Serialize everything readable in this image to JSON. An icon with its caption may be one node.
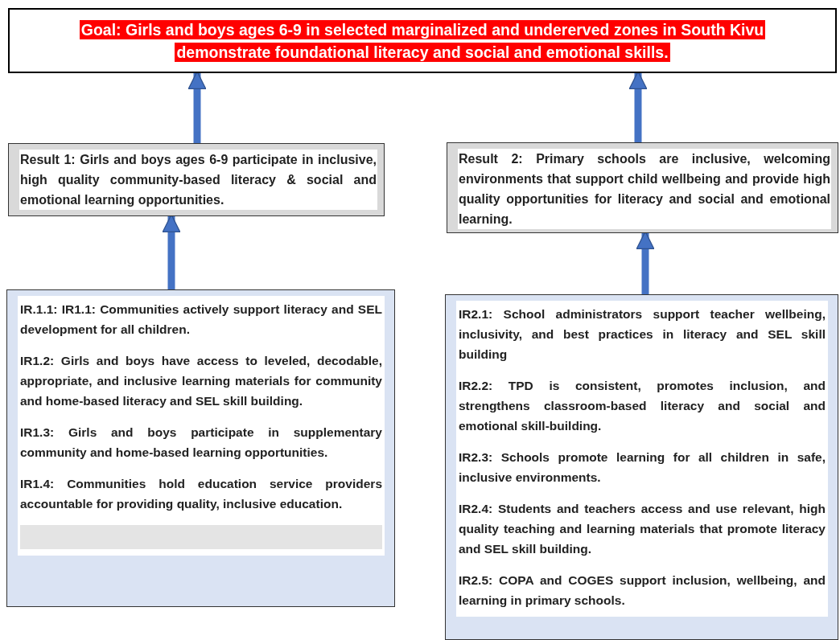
{
  "diagram": {
    "nodes": [
      {
        "text": [
          "Goal: Girls and boys ages 6-9 in selected marginalized and undererved zones in South Kivu demonstrate foundational literacy and social and emotional skills."
        ]
      },
      {
        "text": [
          "Result 1: Girls and boys ages 6-9 participate in inclusive, high quality community-based literacy & social and emotional learning opportunities."
        ]
      },
      {
        "text": [
          "Result 2: Primary schools are inclusive, welcoming environments that support child wellbeing and provide high quality opportunities for literacy and social and emotional learning."
        ]
      },
      {
        "text": [
          "IR.1.1: IR1.1: Communities actively support literacy and SEL development for all children.",
          "IR1.2: Girls and boys have access to leveled, decodable, appropriate, and inclusive learning materials for community and home-based literacy and SEL skill building.",
          "IR1.3: Girls and boys participate in supplementary community and home-based learning opportunities.",
          "IR1.4: Communities hold education service providers accountable for providing quality, inclusive education."
        ]
      },
      {
        "text": [
          "IR2.1: School administrators support teacher wellbeing, inclusivity, and best practices in literacy and SEL skill building",
          "IR2.2: TPD is consistent, promotes inclusion, and strengthens classroom-based literacy and social and emotional skill-building.",
          "IR2.3: Schools promote learning for all children in safe, inclusive environments.",
          "IR2.4: Students and teachers access and use relevant, high quality teaching and learning materials that promote literacy and SEL skill building.",
          "IR2.5: COPA and COGES support inclusion, wellbeing, and learning in primary schools."
        ]
      }
    ],
    "edges": [
      {
        "from": 1,
        "to": 0,
        "arrow": "to"
      },
      {
        "from": 2,
        "to": 0,
        "arrow": "to"
      },
      {
        "from": 3,
        "to": 1,
        "arrow": "to"
      },
      {
        "from": 4,
        "to": 2,
        "arrow": "to"
      }
    ]
  }
}
